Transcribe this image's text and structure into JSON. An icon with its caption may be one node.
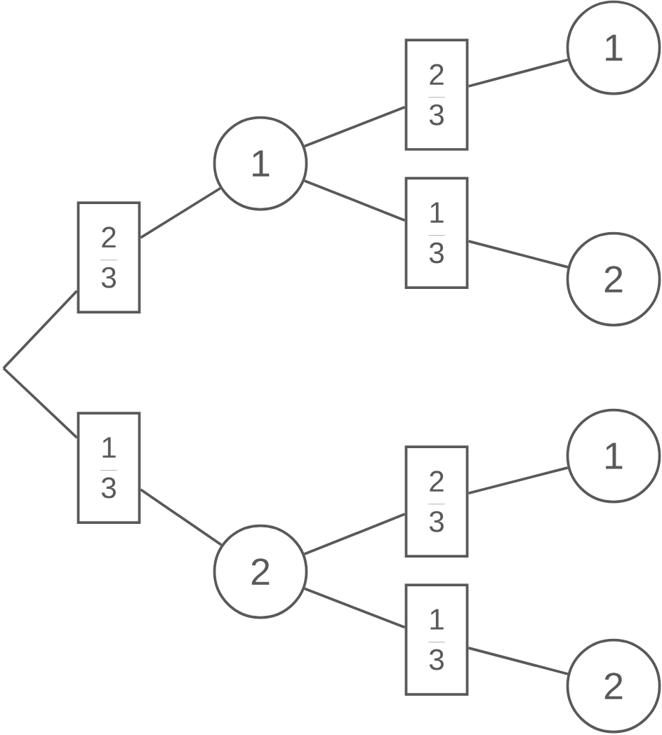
{
  "diagram": {
    "nodes": [
      {
        "text": [
          "\\frac{2}{3}"
        ]
      },
      {
        "text": [
          "\\frac{1}{3}"
        ]
      },
      {
        "text": [
          "1"
        ]
      },
      {
        "text": [
          "2"
        ]
      },
      {
        "text": [
          "\\frac{2}{3}"
        ]
      },
      {
        "text": [
          "\\frac{1}{3}"
        ]
      },
      {
        "text": [
          "\\frac{2}{3}"
        ]
      },
      {
        "text": [
          "\\frac{1}{3}"
        ]
      },
      {
        "text": [
          "1"
        ]
      },
      {
        "text": [
          "2"
        ]
      },
      {
        "text": [
          "1"
        ]
      },
      {
        "text": [
          "2"
        ]
      }
    ],
    "edges": [
      {
        "from": null,
        "to": 0,
        "arrow": "none"
      },
      {
        "from": null,
        "to": 1,
        "arrow": "none"
      },
      {
        "from": 0,
        "to": 2,
        "arrow": "none"
      },
      {
        "from": 1,
        "to": 3,
        "arrow": "none"
      },
      {
        "from": 2,
        "to": 4,
        "arrow": "none"
      },
      {
        "from": 2,
        "to": 5,
        "arrow": "none"
      },
      {
        "from": 3,
        "to": 6,
        "arrow": "none"
      },
      {
        "from": 3,
        "to": 7,
        "arrow": "none"
      },
      {
        "from": 4,
        "to": 8,
        "arrow": "none"
      },
      {
        "from": 5,
        "to": 9,
        "arrow": "none"
      },
      {
        "from": 6,
        "to": 10,
        "arrow": "none"
      },
      {
        "from": 7,
        "to": 11,
        "arrow": "none"
      }
    ]
  }
}
